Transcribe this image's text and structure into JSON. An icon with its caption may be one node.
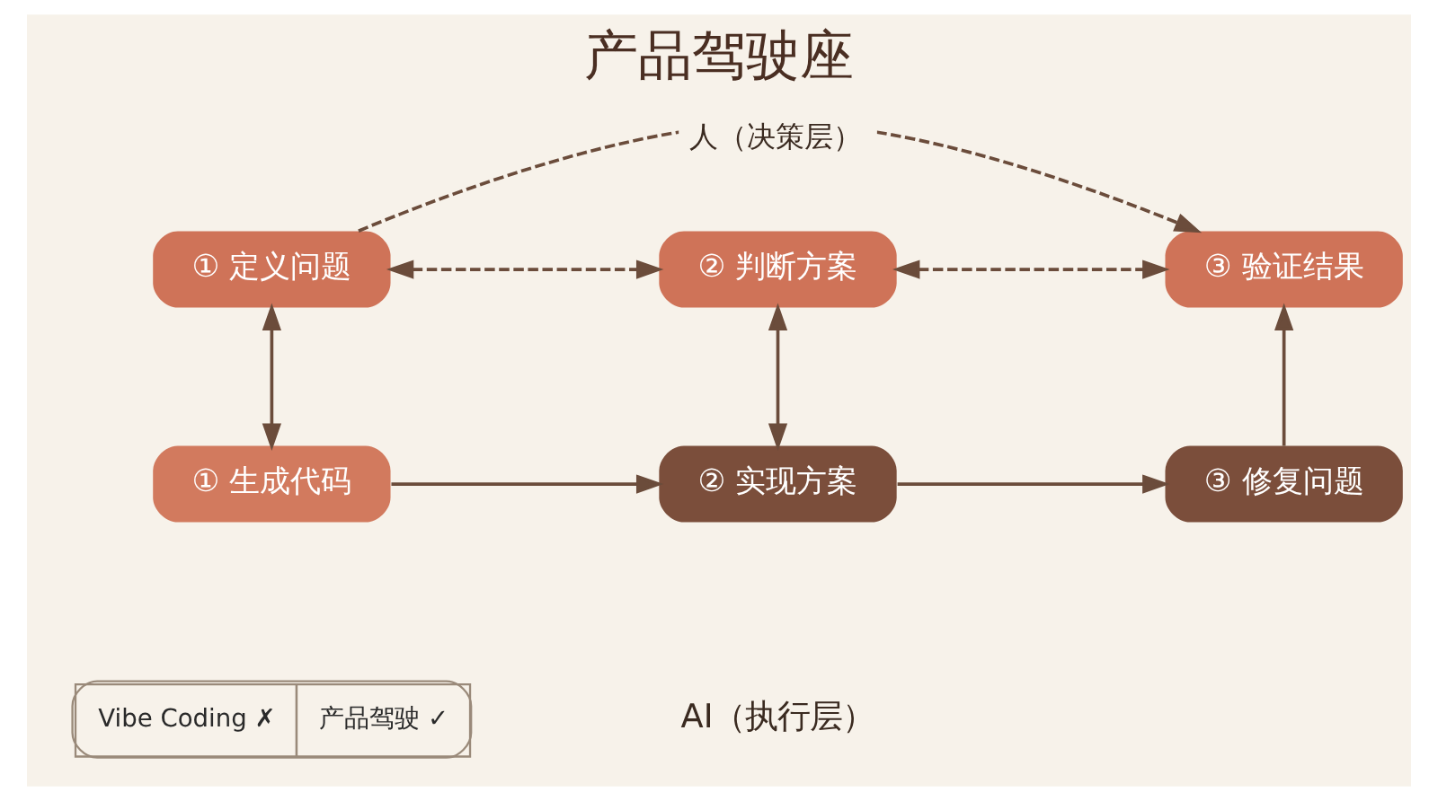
{
  "diagram": {
    "title": "产品驾驶座",
    "nodes": [
      {
        "text": [
          "① 定义问题"
        ]
      },
      {
        "text": [
          "② 判断方案"
        ]
      },
      {
        "text": [
          "③ 验证结果"
        ]
      },
      {
        "text": [
          "① 生成代码"
        ]
      },
      {
        "text": [
          "② 实现方案"
        ]
      },
      {
        "text": [
          "③ 修复问题"
        ]
      }
    ],
    "edges": [
      {
        "from": 0,
        "to": 2,
        "arrow": "to",
        "style": "dashed",
        "label": "人（决策层）"
      },
      {
        "from": 0,
        "to": 1,
        "arrow": "both",
        "style": "dashed"
      },
      {
        "from": 1,
        "to": 2,
        "arrow": "both",
        "style": "dashed"
      },
      {
        "from": 0,
        "to": 3,
        "arrow": "both"
      },
      {
        "from": 1,
        "to": 4,
        "arrow": "both"
      },
      {
        "from": 5,
        "to": 2,
        "arrow": "to"
      },
      {
        "from": 3,
        "to": 4,
        "arrow": "to"
      },
      {
        "from": 4,
        "to": 5,
        "arrow": "to"
      }
    ],
    "labels": [
      "AI（执行层）",
      "Vibe Coding ✗",
      "产品驾驶 ✓"
    ]
  }
}
